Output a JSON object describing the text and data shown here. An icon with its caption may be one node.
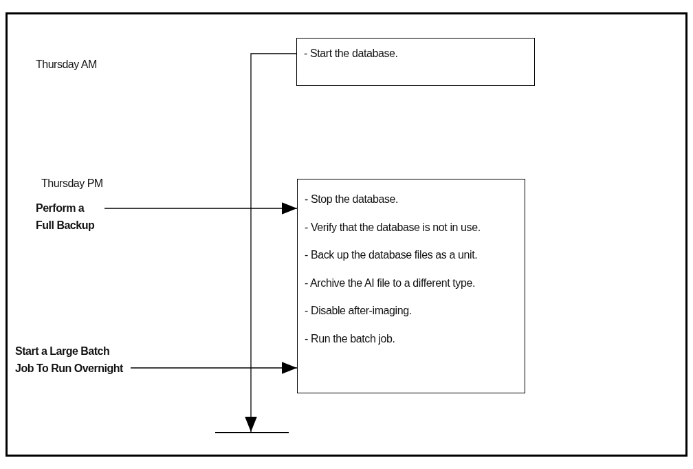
{
  "diagram": {
    "nodes": [
      {
        "text": [
          "- Start the database."
        ]
      },
      {
        "text": [
          "- Stop the database.",
          "- Verify that the database is not in use.",
          "- Back up the database files as a unit.",
          "- Archive the AI file to a different type.",
          "- Disable after-imaging.",
          "- Run the batch job."
        ]
      },
      {
        "text": [
          "Perform a Full Backup"
        ]
      },
      {
        "text": [
          "Start a Large Batch Job To Run Overnight"
        ]
      },
      {
        "text": [],
        "shape": "bar"
      }
    ],
    "edges": [
      {
        "from": 0,
        "to": 4,
        "arrow": "to"
      },
      {
        "from": 2,
        "to": 1,
        "arrow": "to"
      },
      {
        "from": 3,
        "to": 1,
        "arrow": "to"
      }
    ],
    "labels": [
      "Thursday AM",
      "Thursday PM"
    ]
  }
}
